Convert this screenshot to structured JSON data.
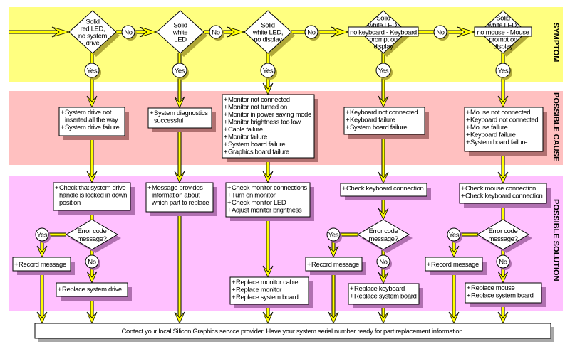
{
  "labels": {
    "yes": "Yes",
    "no": "No"
  },
  "bands": [
    {
      "label": "SYMPTOM",
      "color": "#ffff80"
    },
    {
      "label": "POSSIBLE CAUSE",
      "color": "#ffc0c0"
    },
    {
      "label": "POSSIBLE SOLUTION",
      "color": "#ffc0ff"
    }
  ],
  "colors": {
    "pipe": "#ffff00",
    "symptom_shadow": "#b0a838",
    "cause_shadow": "#b07070",
    "solution_shadow": "#b070b0",
    "footer_shadow": "#a8a8a8"
  },
  "symptoms": [
    {
      "lines": [
        "Solid",
        "red LED,",
        "no system",
        "drive"
      ]
    },
    {
      "lines": [
        "Solid",
        "white",
        "LED"
      ]
    },
    {
      "lines": [
        "Solid",
        "white LED,",
        "no display"
      ]
    },
    {
      "lines": [
        "Solid",
        "white LED,",
        "no keyboard - Keyboard",
        "prompt on",
        "display"
      ]
    },
    {
      "lines": [
        "Solid",
        "white LED,",
        "no mouse - Mouse",
        "prompt on",
        "display"
      ]
    }
  ],
  "causes": [
    [
      [
        "System drive not",
        "inserted all the way"
      ],
      [
        "System drive failure"
      ]
    ],
    [
      [
        "System diagnostics",
        "successful"
      ]
    ],
    [
      [
        "Monitor not connected"
      ],
      [
        "Monitor not turned on"
      ],
      [
        "Monitor in power saving mode"
      ],
      [
        "Monitor brightness too low"
      ],
      [
        "Cable failure"
      ],
      [
        "Monitor failure"
      ],
      [
        "System board failure"
      ],
      [
        "Graphics board failure"
      ]
    ],
    [
      [
        "Keyboard not connected"
      ],
      [
        "Keyboard failure"
      ],
      [
        "System board failure"
      ]
    ],
    [
      [
        "Mouse not connected"
      ],
      [
        "Keyboard not connected"
      ],
      [
        "Mouse failure"
      ],
      [
        "Keyboard failure"
      ],
      [
        "System board failure"
      ]
    ]
  ],
  "solutions": [
    [
      [
        "Check that system drive",
        "handle is locked in down",
        "position"
      ]
    ],
    [
      [
        "Message provides",
        "information about",
        "which part to replace"
      ]
    ],
    [
      [
        "Check monitor connections"
      ],
      [
        "Turn on monitor"
      ],
      [
        "Check monitor LED"
      ],
      [
        "Adjust monitor brightness"
      ]
    ],
    [
      [
        "Check keyboard connection"
      ]
    ],
    [
      [
        "Check mouse connection"
      ],
      [
        "Check keyboard connection"
      ]
    ]
  ],
  "error_question": [
    "Error code",
    "message?"
  ],
  "record_message": "Record message",
  "replacements": [
    [
      [
        "Replace system drive"
      ]
    ],
    [
      [
        "Replace monitor cable"
      ],
      [
        "Replace monitor"
      ],
      [
        "Replace system board"
      ]
    ],
    [
      [
        "Replace keyboard"
      ],
      [
        "Replace system board"
      ]
    ],
    [
      [
        "Replace mouse"
      ],
      [
        "Replace system board"
      ]
    ]
  ],
  "footer": "Contact your local Silicon Graphics service provider.  Have your system serial number ready for part replacement information."
}
